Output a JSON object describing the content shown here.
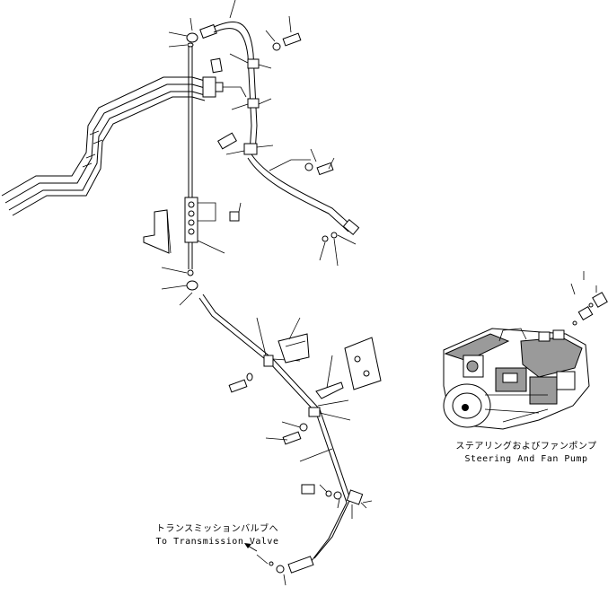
{
  "labels": {
    "pump_jp": "ステアリングおよびファンポンプ",
    "pump_en": "Steering And Fan Pump",
    "valve_jp": "トランスミッションバルブへ",
    "valve_en": "To Transmission Valve"
  },
  "colors": {
    "line": "#000000",
    "background": "#ffffff",
    "pump_shade": "#9a9a9a"
  }
}
